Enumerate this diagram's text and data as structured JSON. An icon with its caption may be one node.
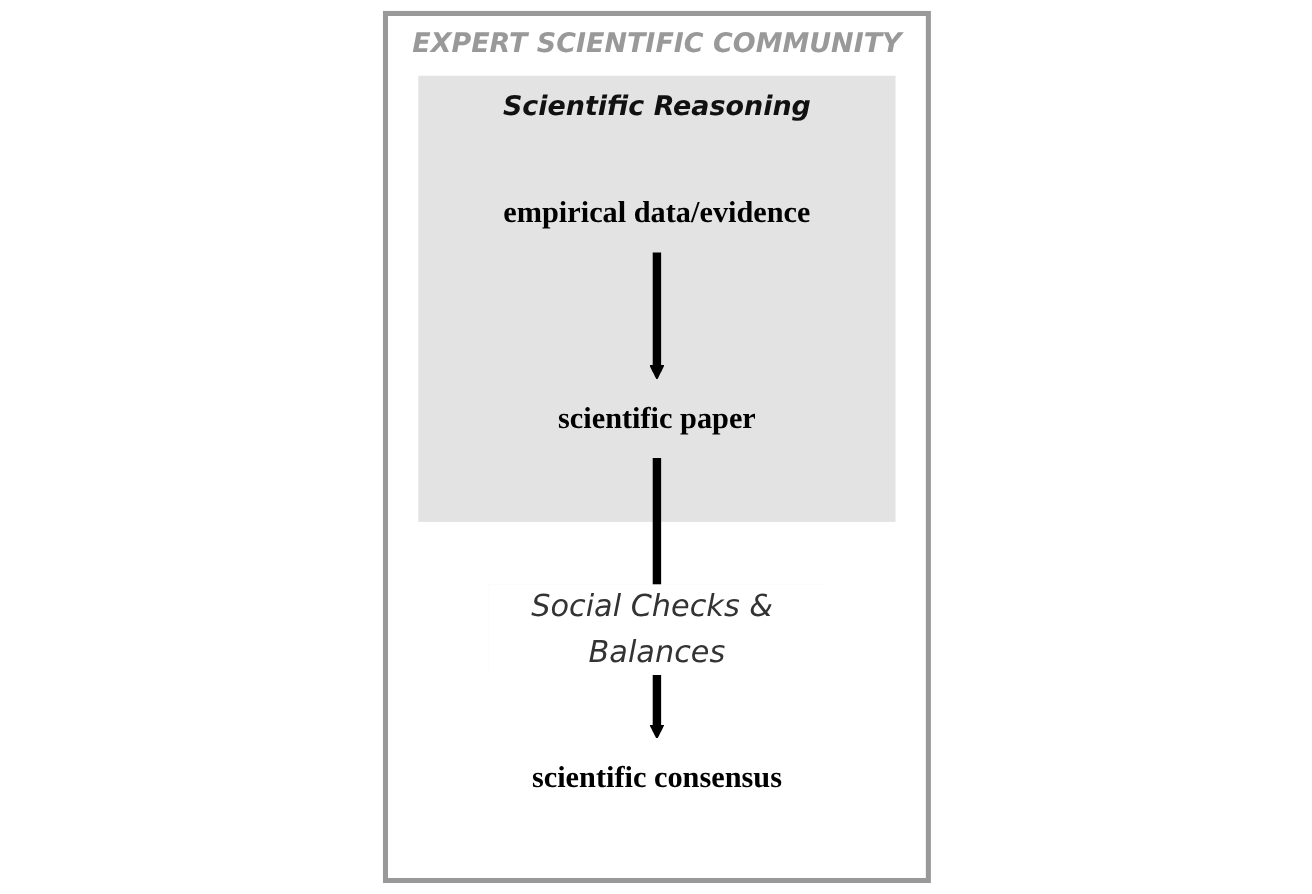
{
  "diagram": {
    "nodes": [
      {
        "text": [
          "EXPERT SCIENTIFIC COMMUNITY"
        ]
      },
      {
        "text": [
          "Scientific Reasoning"
        ],
        "in": 0
      },
      {
        "text": [
          "empirical data/evidence"
        ],
        "in": 1
      },
      {
        "text": [
          "scientific paper"
        ],
        "in": 1
      },
      {
        "text": [
          "scientific consensus"
        ],
        "in": 0
      }
    ],
    "edges": [
      {
        "from": 2,
        "to": 3,
        "arrow": "to"
      },
      {
        "from": 3,
        "to": 4,
        "arrow": "to",
        "label": "Social Checks & Balances"
      }
    ]
  }
}
